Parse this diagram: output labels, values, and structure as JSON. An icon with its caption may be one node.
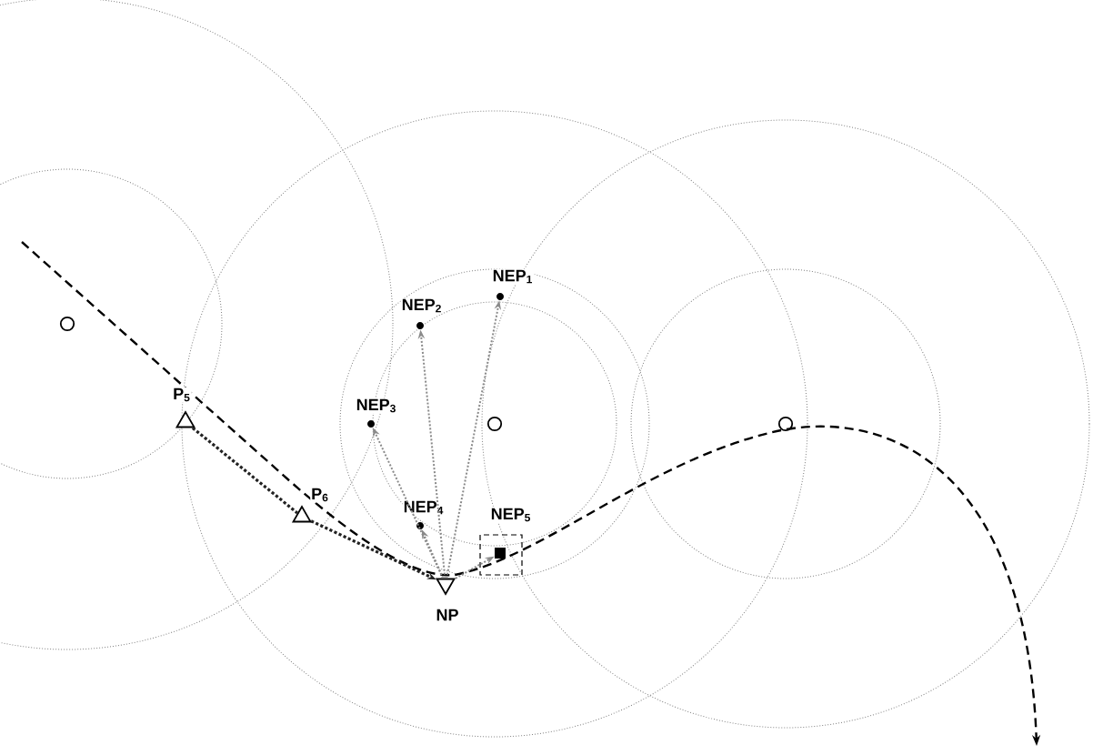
{
  "diagram": {
    "nodes": [
      {
        "text": [
          "P$_{5}$"
        ]
      },
      {
        "text": [
          "P$_{6}$"
        ]
      },
      {
        "text": [
          "NEP$_{1}$"
        ]
      },
      {
        "text": [
          "NEP$_{2}$"
        ]
      },
      {
        "text": [
          "NEP$_{3}$"
        ]
      },
      {
        "text": [
          "NEP$_{4}$"
        ]
      },
      {
        "text": [
          "NEP$_{5}$"
        ]
      },
      {
        "text": [
          "NP"
        ]
      }
    ],
    "edges": [
      {
        "from": 7,
        "to": 2,
        "arrow": "to"
      },
      {
        "from": 7,
        "to": 3,
        "arrow": "to"
      },
      {
        "from": 7,
        "to": 4,
        "arrow": "to"
      },
      {
        "from": 7,
        "to": 5,
        "arrow": "to"
      },
      {
        "from": 7,
        "to": 6,
        "arrow": "to"
      },
      {
        "from": 0,
        "to": 1,
        "arrow": "none",
        "style": "dashed",
        "color": "#222222"
      },
      {
        "from": 1,
        "to": 7,
        "arrow": "to",
        "style": "dashed",
        "color": "#222222"
      }
    ]
  }
}
